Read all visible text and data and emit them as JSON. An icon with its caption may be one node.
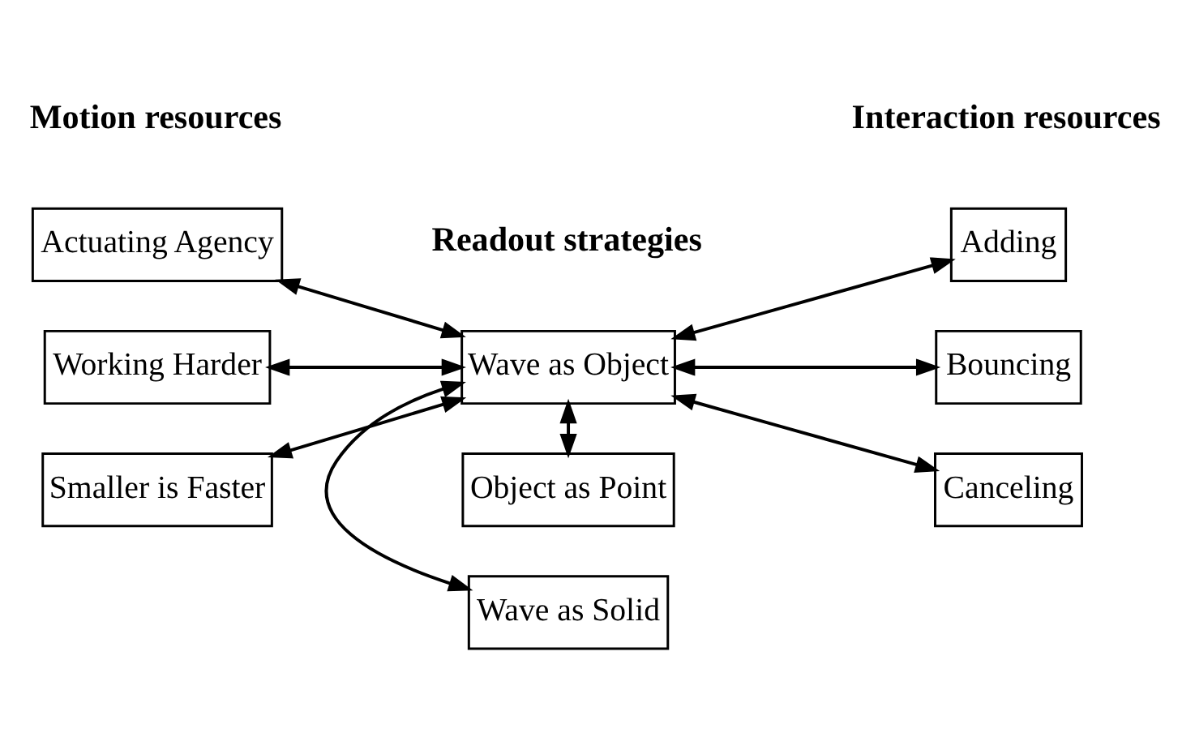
{
  "diagram": {
    "nodes": [
      {
        "text": [
          "Object as Point"
        ]
      },
      {
        "text": [
          "Wave as Solid"
        ]
      },
      {
        "text": [
          "Actuating Agency"
        ]
      },
      {
        "text": [
          "Working Harder"
        ]
      },
      {
        "text": [
          "Smaller is Faster"
        ]
      },
      {
        "text": [
          "Wave as Object"
        ]
      },
      {
        "text": [
          "Adding"
        ]
      },
      {
        "text": [
          "Bouncing"
        ]
      },
      {
        "text": [
          "Canceling"
        ]
      }
    ],
    "edges": [
      {
        "from": 5,
        "to": 0,
        "arrow": "both"
      },
      {
        "from": 5,
        "to": 1,
        "arrow": "both"
      },
      {
        "from": 2,
        "to": 5,
        "arrow": "both"
      },
      {
        "from": 3,
        "to": 5,
        "arrow": "both"
      },
      {
        "from": 4,
        "to": 5,
        "arrow": "both"
      },
      {
        "from": 5,
        "to": 6,
        "arrow": "both"
      },
      {
        "from": 5,
        "to": 7,
        "arrow": "both"
      },
      {
        "from": 5,
        "to": 8,
        "arrow": "both"
      }
    ],
    "labels": [
      "Readout strategies",
      "Motion resources",
      "Interaction resources"
    ]
  }
}
